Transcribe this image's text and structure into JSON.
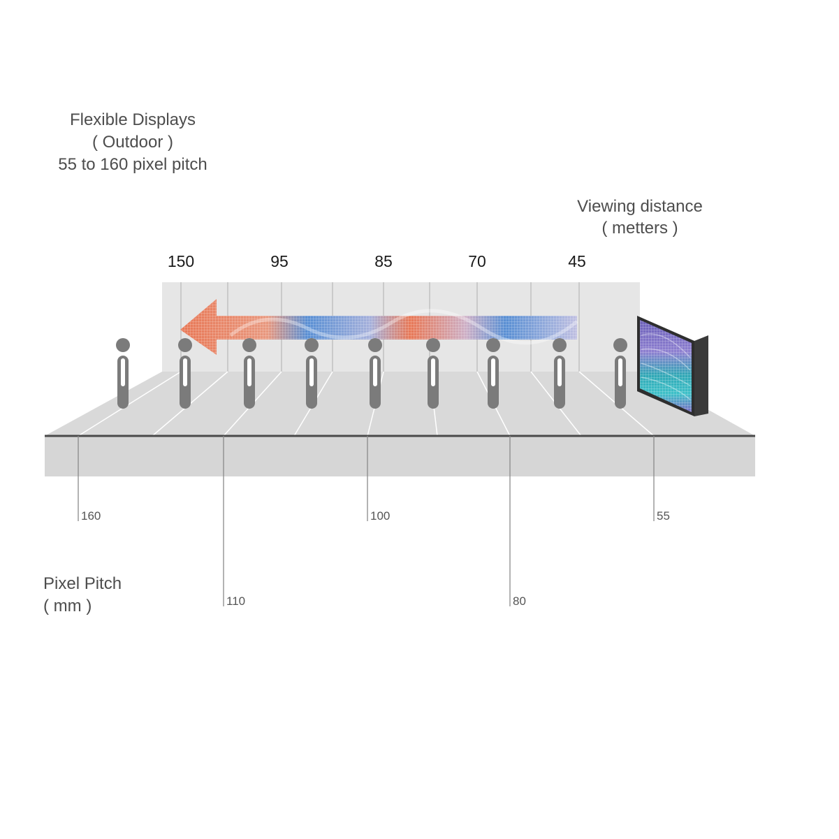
{
  "title": {
    "line1": "Flexible Displays",
    "line2": "( Outdoor )",
    "line3": "55 to 160 pixel pitch"
  },
  "viewing_distance": {
    "label": "Viewing distance",
    "unit": "( metters )",
    "values": [
      "150",
      "95",
      "85",
      "70",
      "45"
    ]
  },
  "pixel_pitch": {
    "label": "Pixel Pitch",
    "unit": "( mm )",
    "values": [
      "160",
      "110",
      "100",
      "80",
      "55"
    ]
  },
  "colors": {
    "floor": "#d8d8d8",
    "wall": "#e6e6e6",
    "edge": "#4a4a4a",
    "person": "#7b7b7b",
    "arrow_warm": "#e8643c",
    "arrow_cool": "#3f7fd0"
  },
  "figures": {
    "people_count": 9
  },
  "icons": [
    "person-icon",
    "led-display-icon",
    "direction-arrow-icon"
  ]
}
